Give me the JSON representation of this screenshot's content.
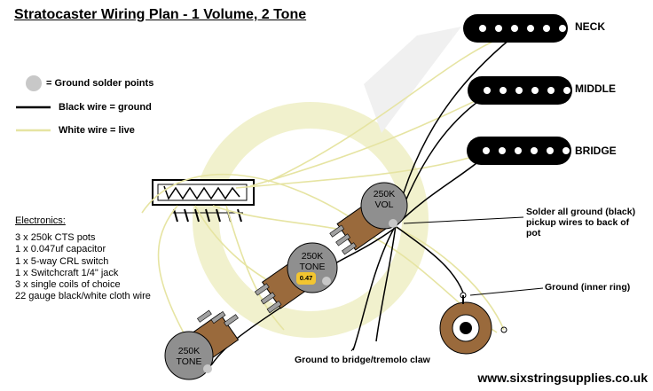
{
  "title": "Stratocaster Wiring Plan - 1 Volume, 2 Tone",
  "legend": {
    "ground_points": "= Ground solder points",
    "black_wire": "Black wire = ground",
    "white_wire": "White wire = live"
  },
  "electronics": {
    "heading": "Electronics:",
    "items": [
      "3 x 250k CTS pots",
      "1 x 0.047uf capacitor",
      "1 x 5-way CRL switch",
      "1 x Switchcraft 1/4\" jack",
      "3 x single coils of choice",
      "22 gauge black/white cloth wire"
    ]
  },
  "pickups": {
    "neck": "NECK",
    "middle": "MIDDLE",
    "bridge": "BRIDGE"
  },
  "pots": {
    "volume": [
      "250K",
      "VOL"
    ],
    "tone1": [
      "250K",
      "TONE"
    ],
    "tone2": [
      "250K",
      "TONE"
    ]
  },
  "capacitor": "0.47",
  "annotations": {
    "ground_pot": [
      "Solder all ground (black)",
      "pickup wires to back of",
      "pot"
    ],
    "ground_jack": "Ground (inner ring)",
    "ground_bridge": "Ground to bridge/tremolo claw"
  },
  "footer": "www.sixstringsupplies.co.uk",
  "colors": {
    "white_wire": "#ecebb0",
    "black_wire": "#000000",
    "pot_body": "#909090",
    "pot_lug": "#9a6a3c",
    "ground_point": "#c8c8c8",
    "watermark": "#eeeec4",
    "capacitor": "#f2c531"
  }
}
